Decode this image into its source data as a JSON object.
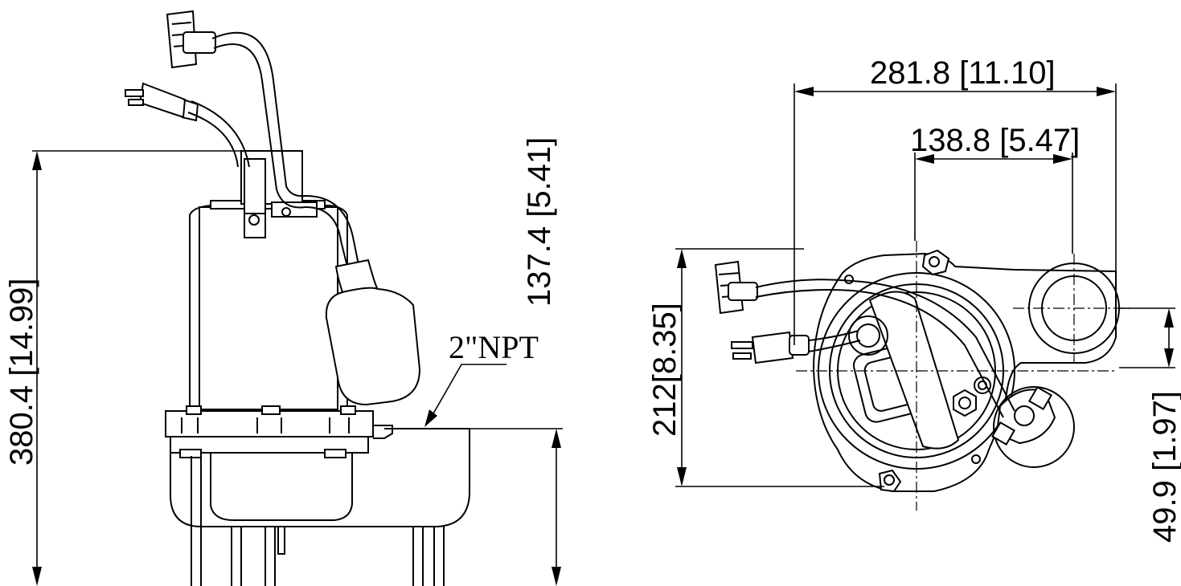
{
  "side_view": {
    "height_total": "380.4 [14.99]",
    "height_discharge": "137.4 [5.41]",
    "discharge_callout": "2\"NPT"
  },
  "top_view": {
    "width_total": "281.8 [11.10]",
    "width_discharge": "138.8 [5.47]",
    "depth_total": "212[8.35]",
    "offset_discharge": "49.9 [1.97]"
  }
}
